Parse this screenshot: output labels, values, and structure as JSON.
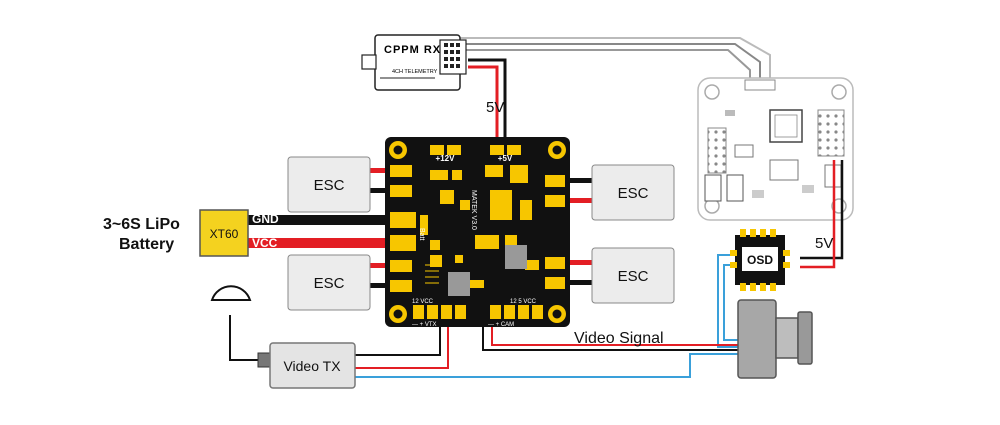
{
  "receiver": {
    "title": "CPPM RX",
    "subtitle": "4CH TELEMETRY"
  },
  "pdb": {
    "label_12v": "+12V",
    "label_5v": "+5V",
    "brand": "MATEK V3.0",
    "batt": "Batt",
    "vtx_group": "12 VCC",
    "vtx_pins": "—   +   VTX",
    "cam_group": "12  5  VCC",
    "cam_pins": "—   +   CAM"
  },
  "esc": {
    "top_left": "ESC",
    "bottom_left": "ESC",
    "top_right": "ESC",
    "bottom_right": "ESC"
  },
  "battery": {
    "line1": "3~6S LiPo",
    "line2": "Battery",
    "connector": "XT60",
    "gnd": "GND",
    "vcc": "VCC"
  },
  "labels": {
    "rx_5v": "5V",
    "osd_5v": "5V",
    "video_signal": "Video Signal"
  },
  "video_tx": {
    "label": "Video TX"
  },
  "osd": {
    "label": "OSD"
  },
  "colors": {
    "gnd_wire": "#111111",
    "vcc_wire": "#e31e24",
    "signal_wire": "#3aa0da",
    "pdb": "#111111",
    "pad": "#f7c600",
    "connector": "#f4d21f"
  }
}
